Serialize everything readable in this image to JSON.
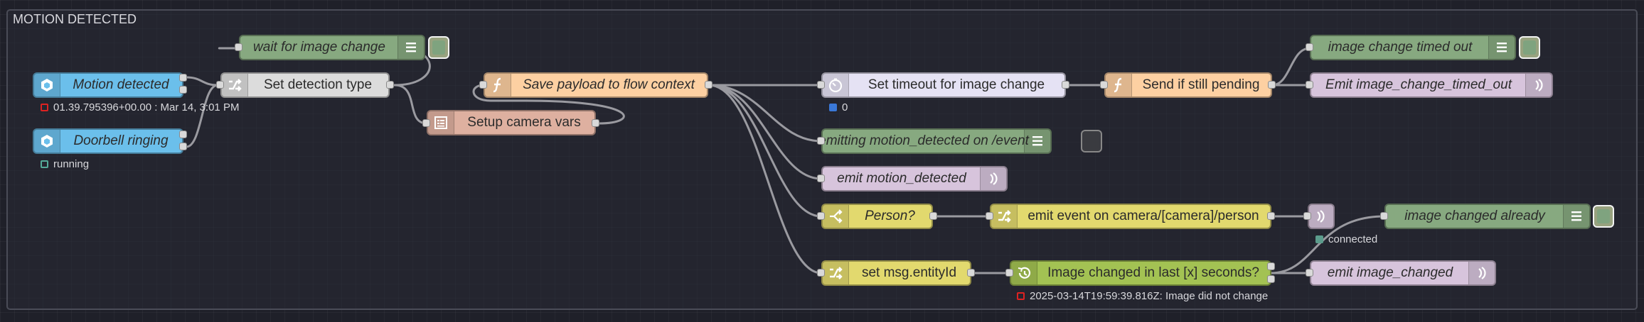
{
  "group": {
    "label": "MOTION DETECTED"
  },
  "colors": {
    "ha_event": "#6bbfeb",
    "change": "#e2d96e",
    "function": "#fdd0a2",
    "debug": "#87a980",
    "link_out": "#d7c4dc",
    "trigger": "#e5e2f4",
    "template": "#deb0a0",
    "ha_current": "#a3c253",
    "switch": "#e2d96e",
    "wire": "#9a9aa0"
  },
  "nodes": {
    "motion_detected": {
      "label": "Motion detected",
      "icon": "home-assistant-icon"
    },
    "doorbell_ringing": {
      "label": "Doorbell ringing",
      "icon": "home-assistant-icon"
    },
    "set_detection_type": {
      "label": "Set detection type",
      "icon": "shuffle-icon"
    },
    "wait_for_image_change": {
      "label": "wait for image change",
      "icon": "list-icon"
    },
    "save_payload": {
      "label": "Save payload to flow context",
      "icon": "function-icon"
    },
    "setup_camera_vars": {
      "label": "Setup camera vars",
      "icon": "template-icon"
    },
    "set_timeout": {
      "label": "Set timeout for image change",
      "icon": "timer-icon"
    },
    "send_if_pending": {
      "label": "Send if still pending",
      "icon": "function-icon"
    },
    "image_change_timed_out": {
      "label": "image change timed out",
      "icon": "list-icon"
    },
    "emit_image_change_timed_out": {
      "label": "Emit image_change_timed_out",
      "icon": "link-out-icon"
    },
    "emitting_motion_event": {
      "label": "emitting motion_detected on /event",
      "icon": "list-icon"
    },
    "emit_motion_detected": {
      "label": "emit motion_detected",
      "icon": "link-out-icon"
    },
    "person": {
      "label": "Person?",
      "icon": "switch-icon"
    },
    "emit_event_camera": {
      "label": "emit event on camera/[camera]/person",
      "icon": "shuffle-icon"
    },
    "mqtt_out": {
      "label": "",
      "icon": "link-out-icon"
    },
    "image_changed_already": {
      "label": "image changed already",
      "icon": "list-icon"
    },
    "set_entityid": {
      "label": "set msg.entityId",
      "icon": "shuffle-icon"
    },
    "image_changed_in_last": {
      "label": "Image changed in last [x] seconds?",
      "icon": "history-icon"
    },
    "emit_image_changed": {
      "label": "emit image_changed",
      "icon": "link-out-icon"
    }
  },
  "statuses": {
    "motion_detected": "01.39.795396+00.00 : Mar 14, 3:01 PM",
    "doorbell_ringing": "running",
    "set_timeout": "0",
    "mqtt_out": "connected",
    "image_changed_in_last": "2025-03-14T19:59:39.816Z: Image did not change"
  }
}
